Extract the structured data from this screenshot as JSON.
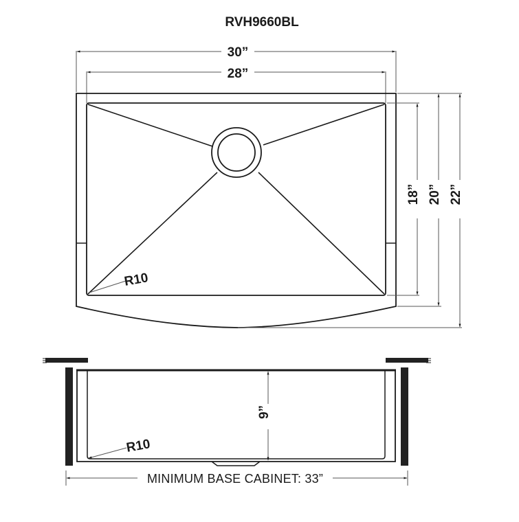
{
  "title": "RVH9660BL",
  "top_view": {
    "overall_width": "30”",
    "bowl_width": "28”",
    "bowl_depth": "18”",
    "rim_depth": "20”",
    "overall_depth": "22”",
    "corner_radius": "R10",
    "drain_icon": "drain-circle-icon"
  },
  "front_view": {
    "bowl_height": "9”",
    "corner_radius": "R10",
    "cabinet_label": "MINIMUM BASE CABINET: 33”"
  },
  "colors": {
    "line": "#1a1a1a",
    "dim_line": "#555555",
    "cabinet": "#222222",
    "background": "#ffffff"
  }
}
